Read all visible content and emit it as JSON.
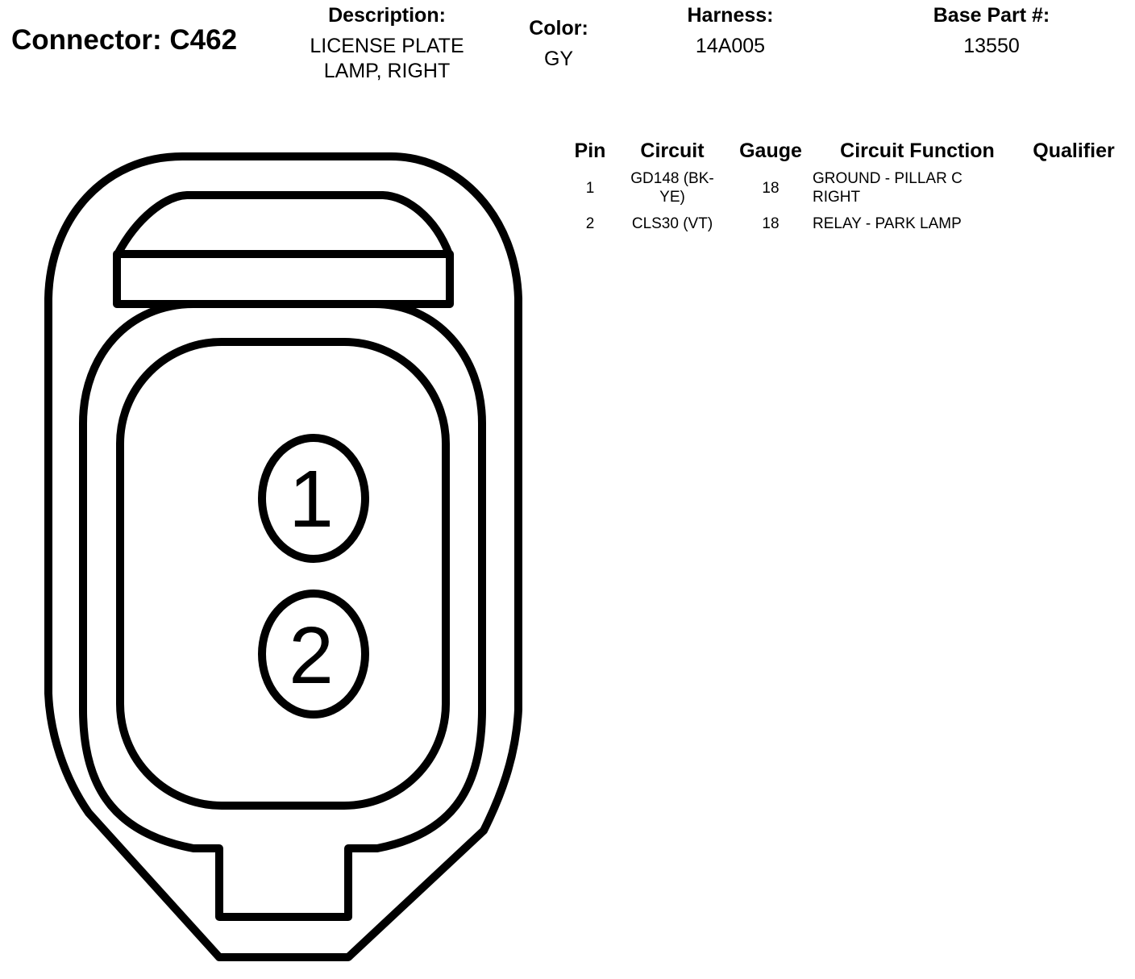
{
  "header": {
    "connector_label": "Connector: C462",
    "description_label": "Description:",
    "description_value": "LICENSE PLATE LAMP, RIGHT",
    "color_label": "Color:",
    "color_value": "GY",
    "harness_label": "Harness:",
    "harness_value": "14A005",
    "base_part_label": "Base Part #:",
    "base_part_value": "13550"
  },
  "table": {
    "columns": [
      "Pin",
      "Circuit",
      "Gauge",
      "Circuit Function",
      "Qualifier"
    ],
    "rows": [
      {
        "pin": "1",
        "circuit": "GD148 (BK-YE)",
        "gauge": "18",
        "function": "GROUND - PILLAR C RIGHT",
        "qualifier": ""
      },
      {
        "pin": "2",
        "circuit": "CLS30 (VT)",
        "gauge": "18",
        "function": "RELAY - PARK LAMP",
        "qualifier": ""
      }
    ]
  },
  "diagram": {
    "pins": [
      "1",
      "2"
    ]
  }
}
